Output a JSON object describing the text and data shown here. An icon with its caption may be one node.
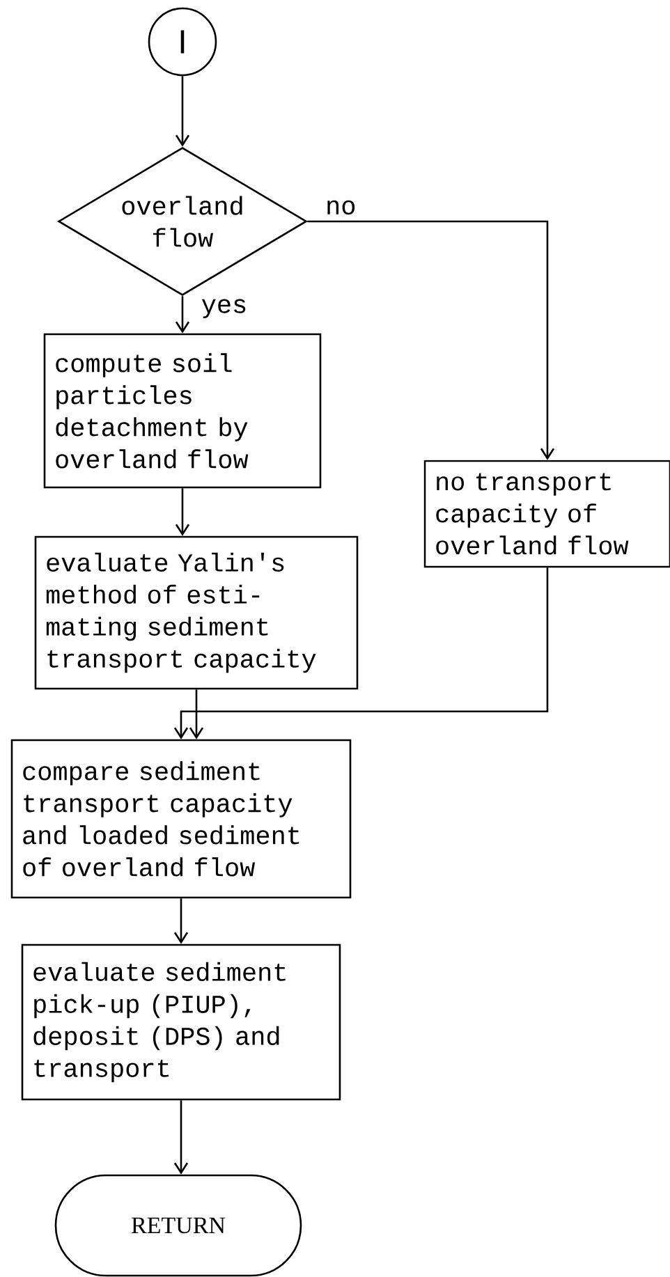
{
  "diagram": {
    "nodes": [
      {
        "text": [
          "I"
        ]
      },
      {
        "text": [
          "overland flow"
        ]
      },
      {
        "text": [
          "compute soil particles detachment by overland flow"
        ]
      },
      {
        "text": [
          "no transport capacity of overland flow"
        ]
      },
      {
        "text": [
          "evaluate Yalin's method of esti- mating sediment transport capacity"
        ]
      },
      {
        "text": [
          "compare sediment transport capacity and loaded sediment of overland flow"
        ]
      },
      {
        "text": [
          "evaluate sediment pick-up (PIUP), deposit (DPS) and transport"
        ]
      },
      {
        "text": [
          "RETURN"
        ]
      }
    ],
    "edges": [
      {
        "from": 0,
        "to": 1,
        "arrow": "to"
      },
      {
        "from": 1,
        "to": 2,
        "arrow": "to",
        "label": "yes"
      },
      {
        "from": 1,
        "to": 3,
        "arrow": "to",
        "label": "no"
      },
      {
        "from": 2,
        "to": 4,
        "arrow": "to"
      },
      {
        "from": 4,
        "to": 5,
        "arrow": "to"
      },
      {
        "from": 3,
        "to": 5,
        "arrow": "to"
      },
      {
        "from": 5,
        "to": 6,
        "arrow": "to"
      },
      {
        "from": 6,
        "to": 7,
        "arrow": "to"
      }
    ]
  }
}
